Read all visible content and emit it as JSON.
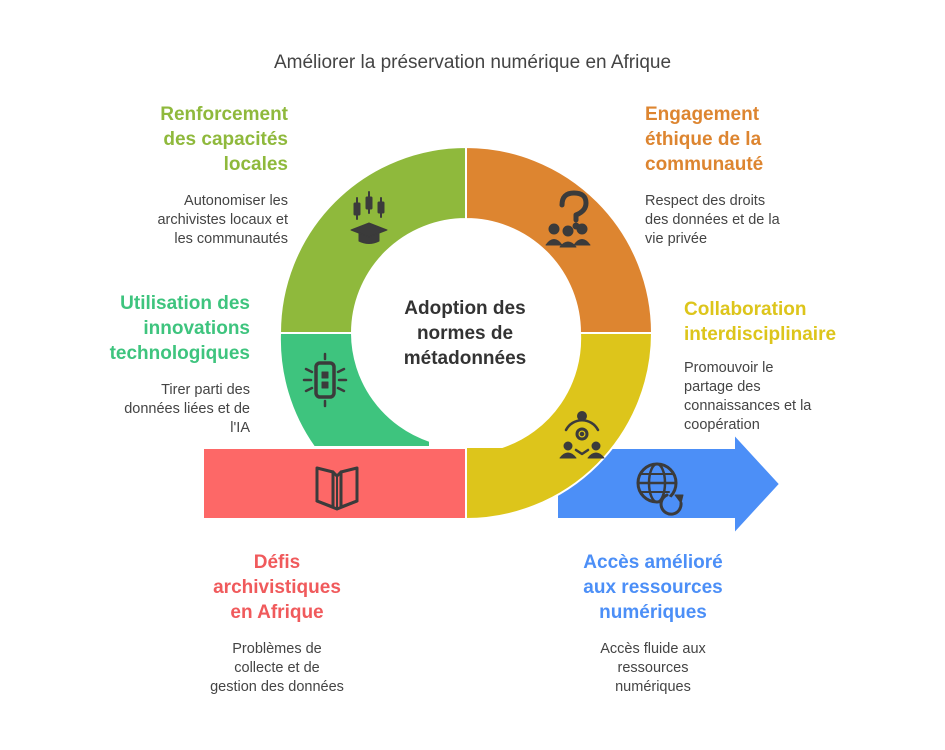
{
  "title": "Améliorer la préservation numérique en Afrique",
  "center": [
    "Adoption des",
    "normes de",
    "métadonnées"
  ],
  "colors": {
    "green": "#8fb93c",
    "orange": "#dd8530",
    "yellow": "#ddc51b",
    "teal": "#3ec47e",
    "red": "#fd6867",
    "blue": "#4c8ff7",
    "icon": "#3b3b3b"
  },
  "segments": [
    {
      "key": "capacites",
      "icon": "graduation-cap-chess-icon",
      "title": [
        "Renforcement",
        "des capacités",
        "locales"
      ],
      "desc": [
        "Autonomiser les",
        "archivistes locaux et",
        "les communautés"
      ]
    },
    {
      "key": "ethique",
      "icon": "people-question-icon",
      "title": [
        "Engagement",
        "éthique de la",
        "communauté"
      ],
      "desc": [
        "Respect des droits",
        "des données et de la",
        "vie privée"
      ]
    },
    {
      "key": "innovations",
      "icon": "chip-icon",
      "title": [
        "Utilisation des",
        "innovations",
        "technologiques"
      ],
      "desc": [
        "Tirer parti des",
        "données liées et de",
        "l'IA"
      ]
    },
    {
      "key": "collaboration",
      "icon": "team-gear-icon",
      "title": [
        "Collaboration",
        "interdisciplinaire"
      ],
      "desc": [
        "Promouvoir le",
        "partage des",
        "connaissances et la",
        "coopération"
      ]
    },
    {
      "key": "defis",
      "icon": "open-book-icon",
      "title": [
        "Défis",
        "archivistiques",
        "en Afrique"
      ],
      "desc": [
        "Problèmes de",
        "collecte et de",
        "gestion des données"
      ]
    },
    {
      "key": "acces",
      "icon": "globe-refresh-icon",
      "title": [
        "Accès amélioré",
        "aux ressources",
        "numériques"
      ],
      "desc": [
        "Accès fluide aux",
        "ressources",
        "numériques"
      ]
    }
  ]
}
